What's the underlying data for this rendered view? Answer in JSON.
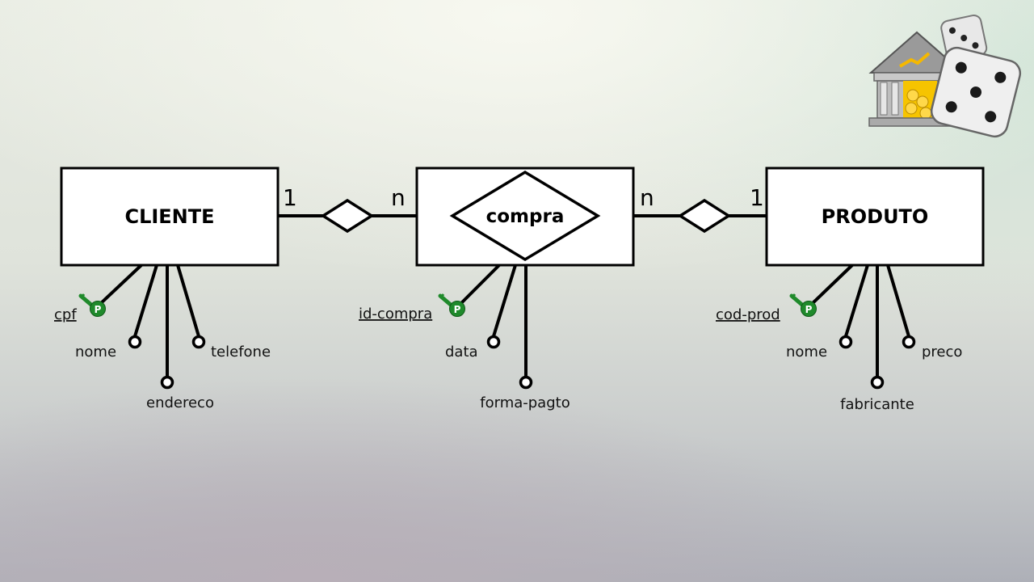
{
  "diagram": {
    "entities": {
      "cliente": "CLIENTE",
      "compra": "compra",
      "produto": "PRODUTO"
    },
    "cardinalities": {
      "cliente_side": "1",
      "compra_left": "n",
      "compra_right": "n",
      "produto_side": "1"
    },
    "attributes": {
      "cliente": {
        "key": "cpf",
        "others": [
          "nome",
          "endereco",
          "telefone"
        ]
      },
      "compra": {
        "key": "id-compra",
        "others": [
          "data",
          "forma-pagto"
        ]
      },
      "produto": {
        "key": "cod-prod",
        "others": [
          "nome",
          "fabricante",
          "preco"
        ]
      }
    },
    "key_badge": "P"
  },
  "logo": {
    "icon": "bank-and-dice-icon"
  },
  "colors": {
    "key_green": "#1f8a2b",
    "line": "#000000",
    "box_fill": "#ffffff"
  }
}
